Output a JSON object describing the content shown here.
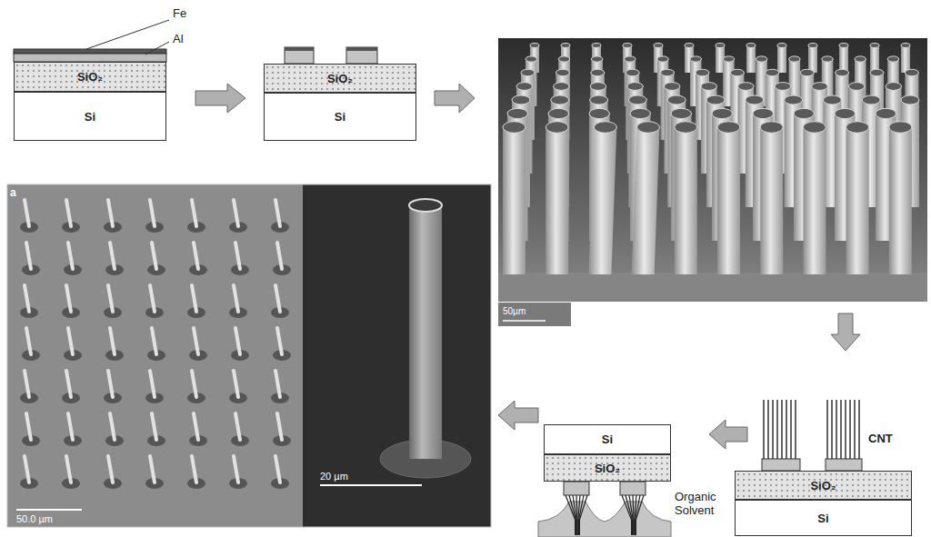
{
  "diagram": {
    "nodes": [
      {
        "text": [
          "SiO₂"
        ]
      },
      {
        "text": [
          "Si"
        ]
      },
      {
        "text": [
          "SiO₂"
        ]
      },
      {
        "text": [
          "Si"
        ]
      },
      {
        "text": [
          "Si"
        ]
      },
      {
        "text": [
          "SiO₂"
        ]
      },
      {
        "text": [
          "SiO₂"
        ]
      },
      {
        "text": [
          "Si"
        ]
      }
    ],
    "labels": [
      "Fe",
      "Al",
      "50µm",
      "CNT",
      "Organic Solvent",
      "a",
      "50.0 µm",
      "20 µm"
    ]
  }
}
